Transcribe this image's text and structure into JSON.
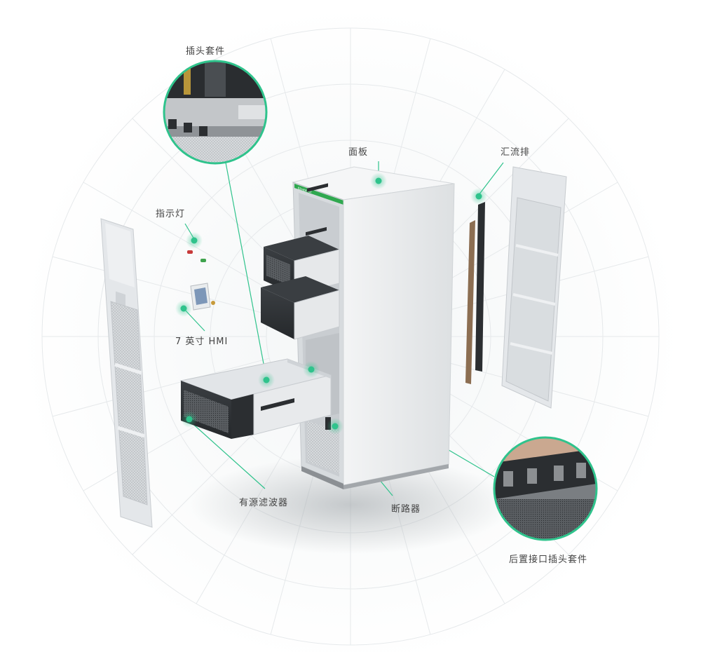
{
  "labels": {
    "plug_kit": "插头套件",
    "panel": "面板",
    "busbar": "汇流排",
    "indicator": "指示灯",
    "hmi": "7 英寸 HMI",
    "apf": "有源滤波器",
    "breaker": "断路器",
    "rear_plug_kit": "后置接口插头套件"
  },
  "colors": {
    "accent": "#2fc38c",
    "cabinet": "#e9ecee",
    "module_dark": "#2b2e31",
    "brand_green": "#2fa84f"
  }
}
